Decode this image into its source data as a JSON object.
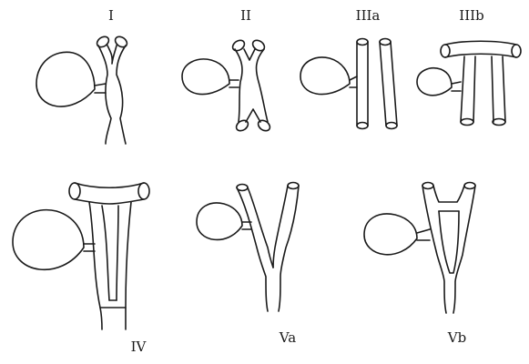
{
  "figure": {
    "labels": {
      "type_1": "I",
      "type_2": "II",
      "type_3a": "IIIa",
      "type_3b": "IIIb",
      "type_4": "IV",
      "type_5a": "Va",
      "type_5b": "Vb"
    },
    "colors": {
      "ink": "#1a1a1a",
      "background": "#ffffff"
    }
  }
}
